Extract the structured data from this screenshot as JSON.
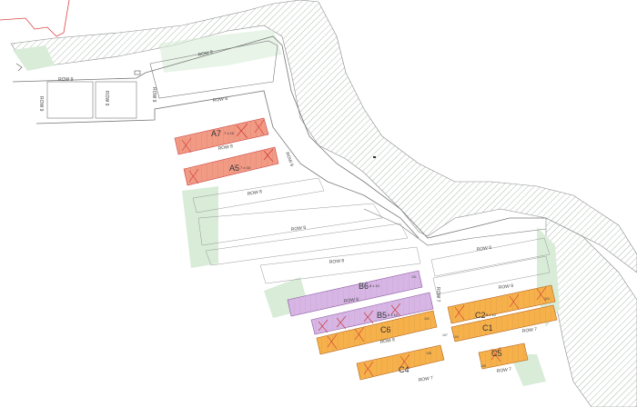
{
  "colors": {
    "red": "#f29a84",
    "purple": "#d7b6e6",
    "orange": "#f7b14a",
    "green": "#d8ecd8",
    "hatch": "#9aa89a",
    "road": "#777777"
  },
  "labels": {
    "row9_top": "ROW 9",
    "row9_left": "ROW 9",
    "row9_v1": "ROW 9",
    "row9_v2": "ROW 9",
    "row9_v3": "ROW 9",
    "row8_a": "ROW 8",
    "row8_b": "ROW 8",
    "row8_c": "ROW 8",
    "row8_d": "ROW 8",
    "row8_e": "ROW 8",
    "row8_f": "ROW 8",
    "row8_g": "ROW 8",
    "row8_h": "ROW 8",
    "row8_i": "ROW 8",
    "row9_v4": "ROW 9",
    "row7_a": "ROW 7",
    "row7_b": "ROW 7",
    "row7_c": "ROW 7",
    "row7_v": "ROW 7"
  },
  "blocks": {
    "a7": {
      "name": "A7",
      "size": "7 x 16"
    },
    "a5": {
      "name": "A5",
      "size": "7 x 16"
    },
    "b6": {
      "name": "B6",
      "size": "8 x 10"
    },
    "b5": {
      "name": "B5",
      "size": "8 x 10"
    },
    "c6": {
      "name": "C6",
      "size": ""
    },
    "c2": {
      "name": "C2",
      "size": "8 x 10"
    },
    "c1": {
      "name": "C1",
      "size": ""
    },
    "c4": {
      "name": "C4",
      "size": ""
    },
    "c5": {
      "name": "C5",
      "size": ""
    }
  },
  "lot_numbers": {
    "n1": "101",
    "n2": "102",
    "n3": "103",
    "n4": "104",
    "n5": "105",
    "n6": "107",
    "n7": "108"
  }
}
